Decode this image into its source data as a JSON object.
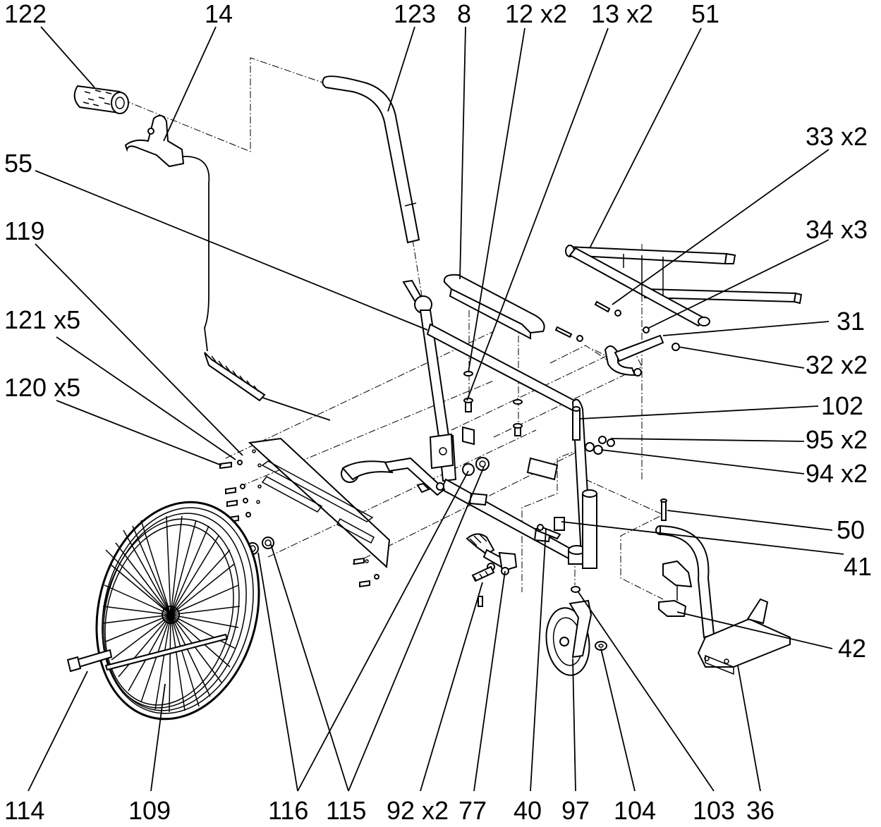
{
  "diagram": {
    "labels": [
      {
        "id": "l122",
        "text": "122"
      },
      {
        "id": "l14",
        "text": "14"
      },
      {
        "id": "l123",
        "text": "123"
      },
      {
        "id": "l8",
        "text": "8"
      },
      {
        "id": "l12",
        "text": "12 x2"
      },
      {
        "id": "l13",
        "text": "13 x2"
      },
      {
        "id": "l51",
        "text": "51"
      },
      {
        "id": "l33",
        "text": "33 x2"
      },
      {
        "id": "l55",
        "text": "55"
      },
      {
        "id": "l34",
        "text": "34 x3"
      },
      {
        "id": "l119",
        "text": "119"
      },
      {
        "id": "l121",
        "text": "121 x5"
      },
      {
        "id": "l31",
        "text": "31"
      },
      {
        "id": "l32",
        "text": "32 x2"
      },
      {
        "id": "l120",
        "text": "120 x5"
      },
      {
        "id": "l102",
        "text": "102"
      },
      {
        "id": "l95",
        "text": "95 x2"
      },
      {
        "id": "l94",
        "text": "94 x2"
      },
      {
        "id": "l50",
        "text": "50"
      },
      {
        "id": "l41",
        "text": "41"
      },
      {
        "id": "l42",
        "text": "42"
      },
      {
        "id": "l114",
        "text": "114"
      },
      {
        "id": "l109",
        "text": "109"
      },
      {
        "id": "l116",
        "text": "116"
      },
      {
        "id": "l115",
        "text": "115"
      },
      {
        "id": "l92",
        "text": "92 x2"
      },
      {
        "id": "l77",
        "text": "77"
      },
      {
        "id": "l40",
        "text": "40"
      },
      {
        "id": "l97",
        "text": "97"
      },
      {
        "id": "l104",
        "text": "104"
      },
      {
        "id": "l103",
        "text": "103"
      },
      {
        "id": "l36",
        "text": "36"
      }
    ]
  }
}
